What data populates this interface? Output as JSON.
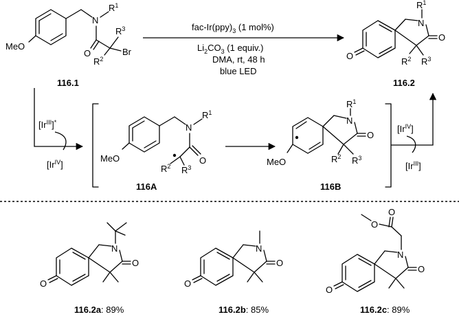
{
  "scheme": {
    "conditions": {
      "catalyst": "fac-Ir(ppy)",
      "catalyst_sub": "3",
      "catalyst_loading": " (1 mol%)",
      "base": "Li",
      "base_sub1": "2",
      "base_mid": "CO",
      "base_sub2": "3",
      "base_amount": " (1 equiv.)",
      "solvent_line": "DMA, rt, 48 h",
      "light": "blue LED"
    },
    "labels": {
      "start": "116.1",
      "product": "116.2",
      "int_a": "116A",
      "int_b": "116B"
    },
    "atoms": {
      "N": "N",
      "O": "O",
      "Br": "Br",
      "R": "R",
      "MeO": "MeO",
      "r1": "1",
      "r2": "2",
      "r3": "3"
    },
    "cycle": {
      "ir_base": "[Ir",
      "ir_close": "]",
      "star": "*",
      "ox3": "III",
      "ox4": "IV"
    },
    "examples": [
      {
        "label": "116.2a",
        "yield": ": 89%"
      },
      {
        "label": "116.2b",
        "yield": ": 85%"
      },
      {
        "label": "116.2c",
        "yield": ": 89%"
      }
    ]
  }
}
